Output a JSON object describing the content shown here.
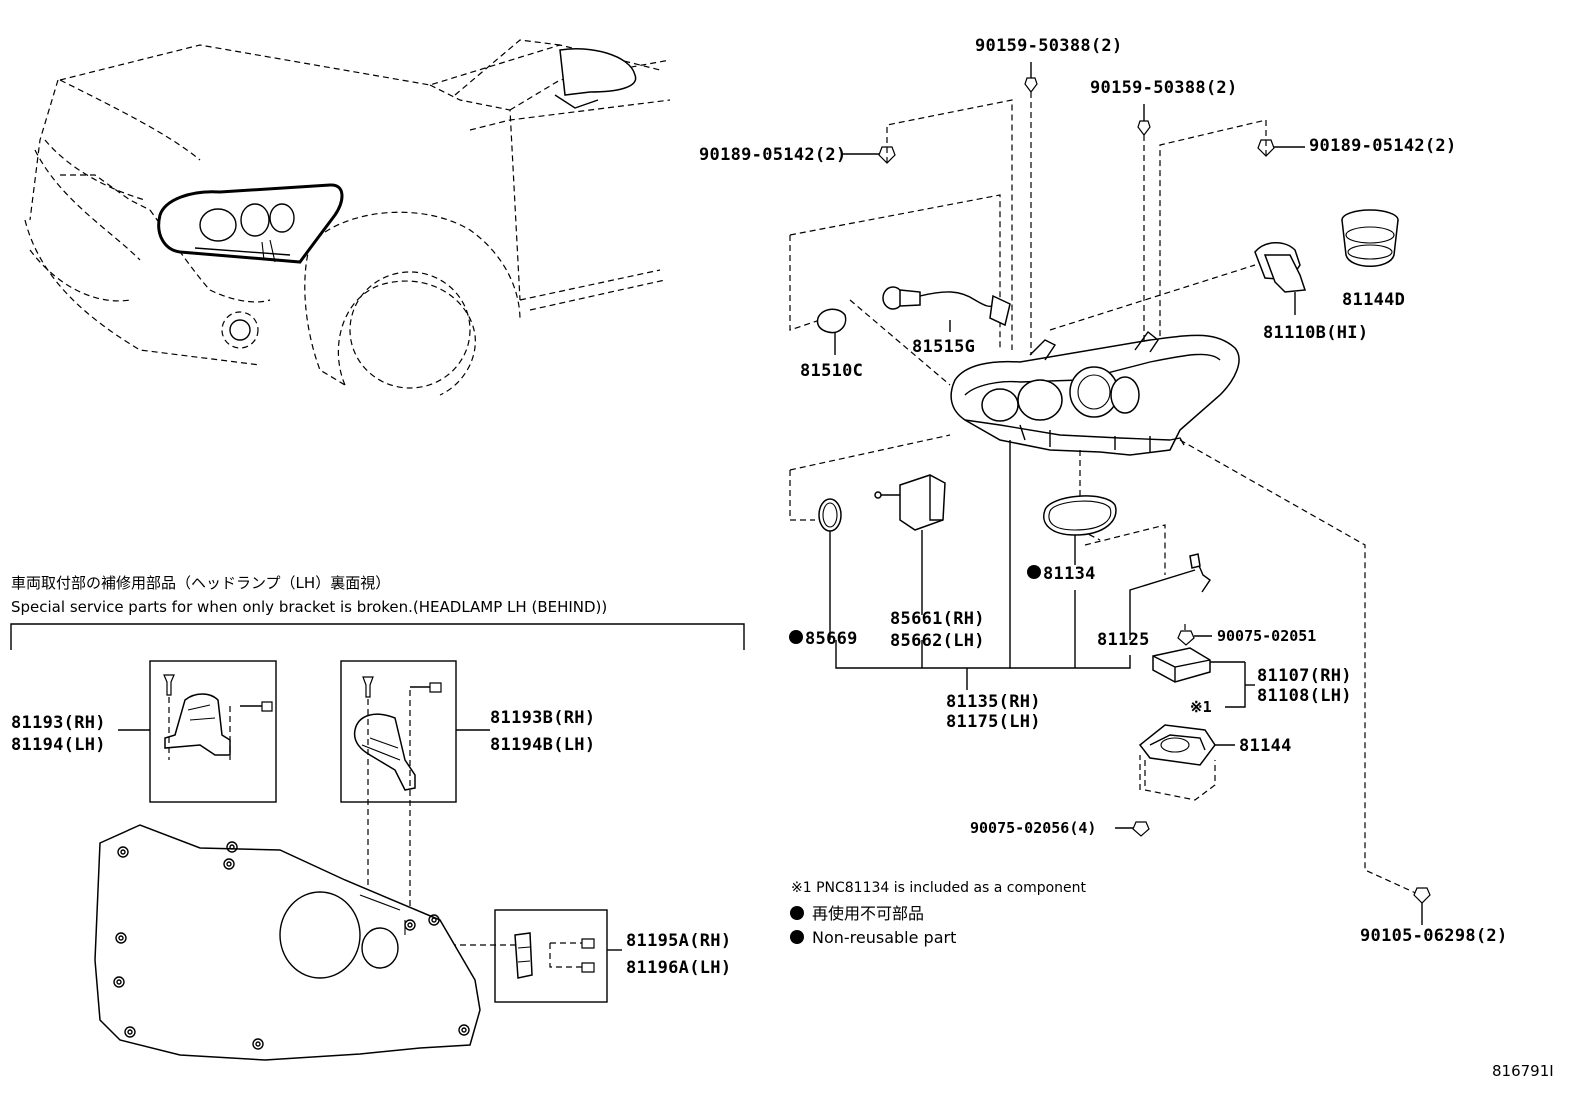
{
  "section": {
    "title_ja": "車両取付部の補修用部品（ヘッドランプ（LH）裏面視）",
    "title_en": "Special service parts for when only bracket is broken.(HEADLAMP LH (BEHIND))"
  },
  "callouts": {
    "c1": "90159-50388(2)",
    "c2": "90159-50388(2)",
    "c3": "90189-05142(2)",
    "c4": "90189-05142(2)",
    "c5": "81144D",
    "c6": "81110B(HI)",
    "c7": "81515G",
    "c8": "81510C",
    "c9": "81134",
    "c10": "85669",
    "c11a": "85661(RH)",
    "c11b": "85662(LH)",
    "c12": "81125",
    "c13": "90075-02051",
    "c14a": "81107(RH)",
    "c14b": "81108(LH)",
    "c15": "※1",
    "c16a": "81135(RH)",
    "c16b": "81175(LH)",
    "c17": "81144",
    "c18": "90075-02056(4)",
    "c19": "90105-06298(2)",
    "c20a": "81193(RH)",
    "c20b": "81194(LH)",
    "c21a": "81193B(RH)",
    "c21b": "81194B(LH)",
    "c22a": "81195A(RH)",
    "c22b": "81196A(LH)"
  },
  "notes": {
    "footnote": "※1 PNC81134 is included as a component",
    "legend_ja": "再使用不可部品",
    "legend_en": "Non-reusable part"
  },
  "diagram_id": "816791I"
}
